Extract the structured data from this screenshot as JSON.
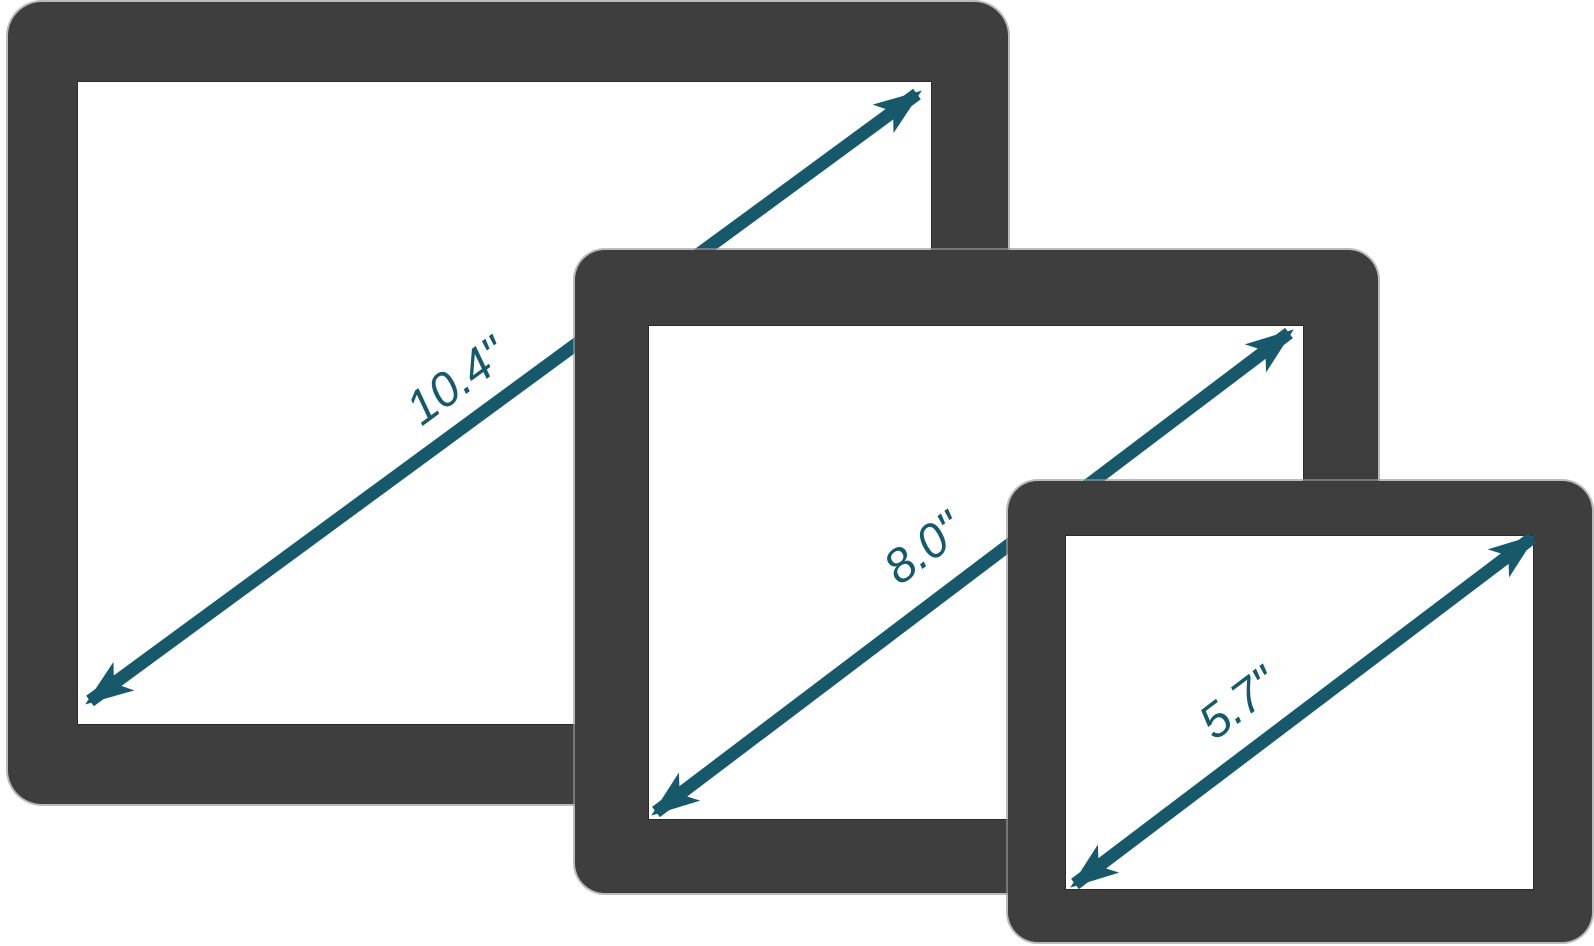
{
  "colors": {
    "bezel": "#3e3e3e",
    "screen": "#ffffff",
    "arrow": "#17596a",
    "background": "#ffffff",
    "device_outline": "rgba(150,150,150,0.65)",
    "screen_outline": "#2b2b2b"
  },
  "devices": [
    {
      "name": "10.4-inch display",
      "diagonal_inches": 10.4,
      "size_label": "10.4\""
    },
    {
      "name": "8.0-inch display",
      "diagonal_inches": 8.0,
      "size_label": "8.0\""
    },
    {
      "name": "5.7-inch display",
      "diagonal_inches": 5.7,
      "size_label": "5.7\""
    }
  ]
}
